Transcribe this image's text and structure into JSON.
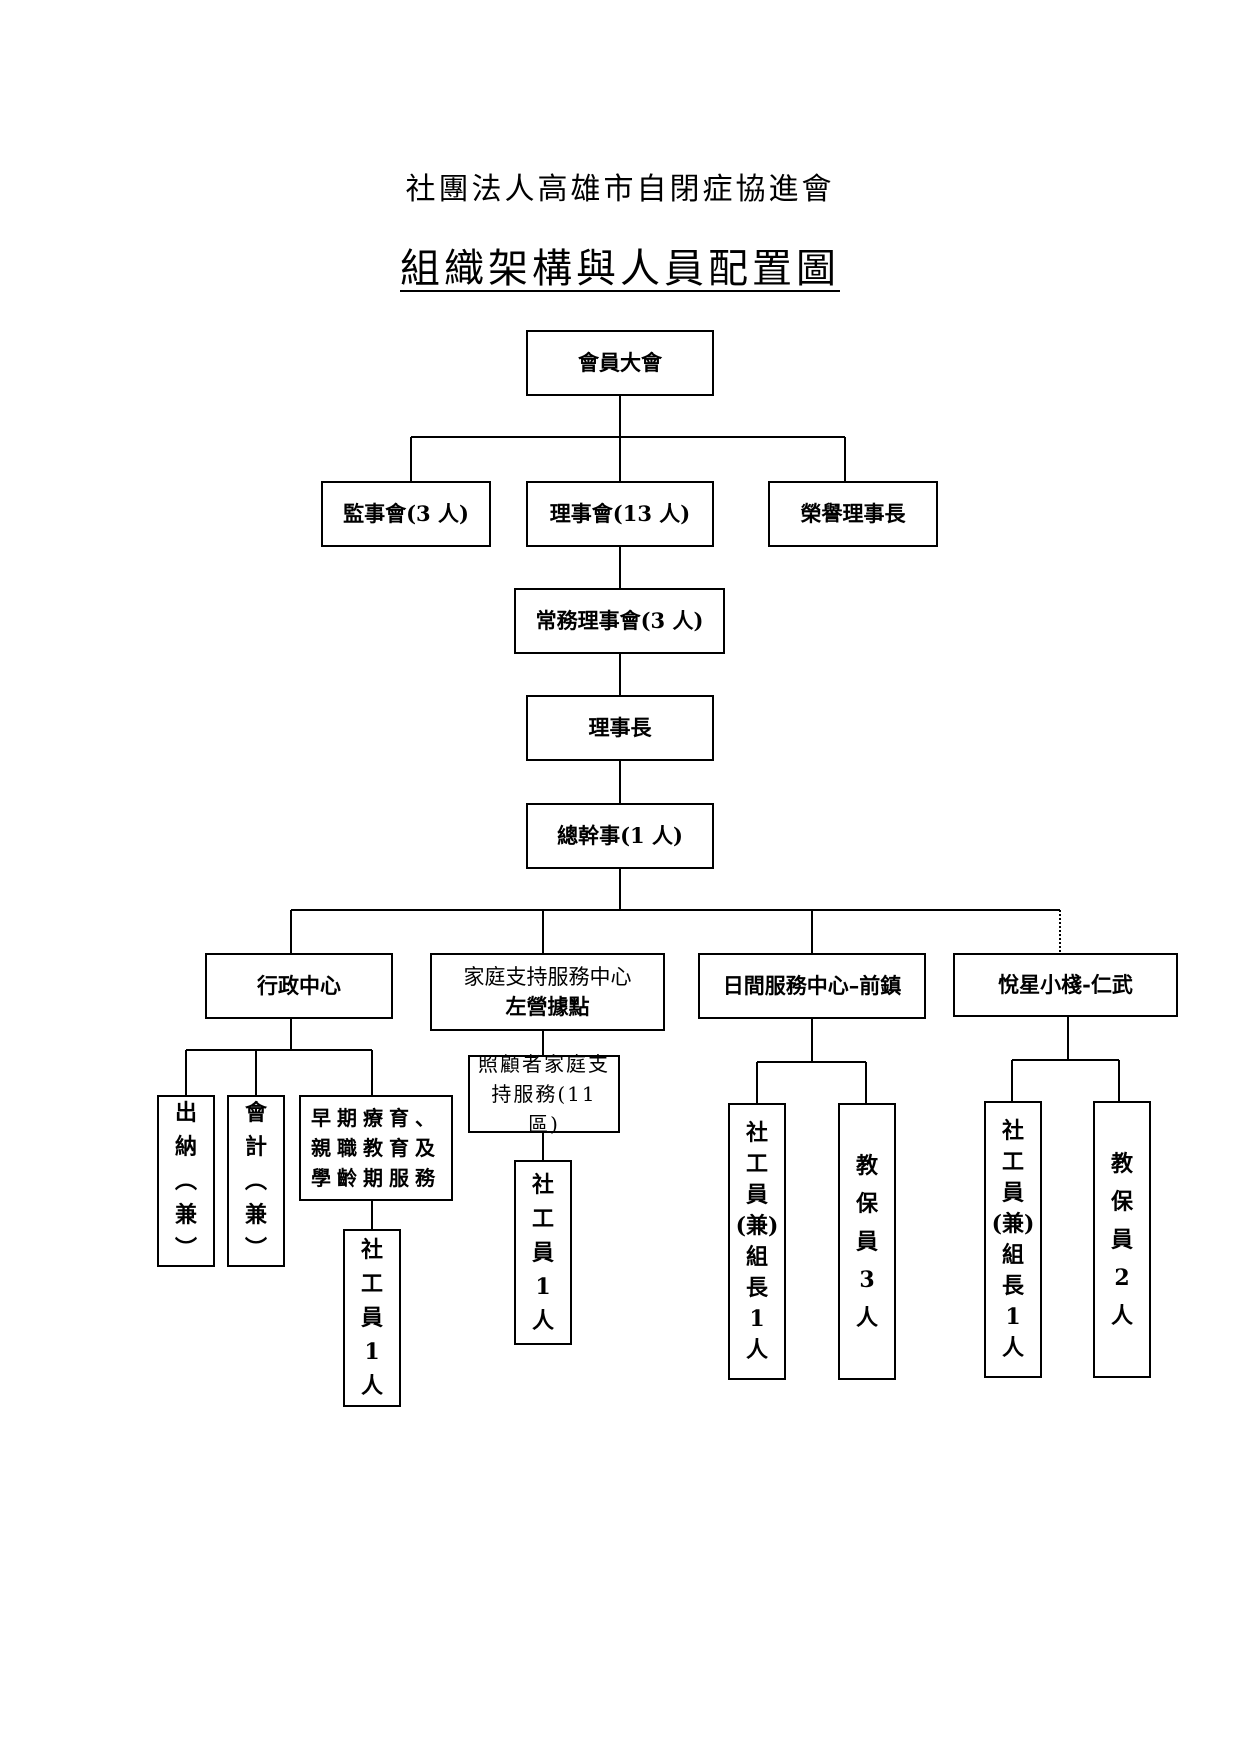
{
  "header": {
    "org_name": "社團法人高雄市自閉症協進會",
    "chart_title": "組織架構與人員配置圖"
  },
  "nodes": {
    "general_assembly": "會員大會",
    "supervisors": "監事會(3 人)",
    "board": "理事會(13 人)",
    "honorary_chair": "榮譽理事長",
    "standing_board": "常務理事會(3 人)",
    "chairman": "理事長",
    "secretary_general": "總幹事(1 人)",
    "admin_center": "行政中心",
    "family_center_line1": "家庭支持服務中心",
    "family_center_line2": "左營據點",
    "day_center": "日間服務中心–前鎮",
    "yuexing": "悅星小棧-仁武",
    "cashier": "出\n納\n︵\n兼\n︶",
    "accountant": "會\n計\n︵\n兼\n︶",
    "early_intervention": "早期療育、親職教育及學齡期服務",
    "ei_social_worker": "社\n工\n員\n1\n人",
    "caregiver_service": "照顧者家庭支持服務(11 區)",
    "caregiver_social_worker": "社\n工\n員\n1\n人",
    "day_social_worker": "社\n工\n員\n(兼)\n組\n長\n1\n人",
    "day_teachers": "教\n保\n員\n3\n人",
    "yuexing_social_worker": "社\n工\n員\n(兼)\n組\n長\n1\n人",
    "yuexing_teachers": "教\n保\n員\n2\n人"
  }
}
